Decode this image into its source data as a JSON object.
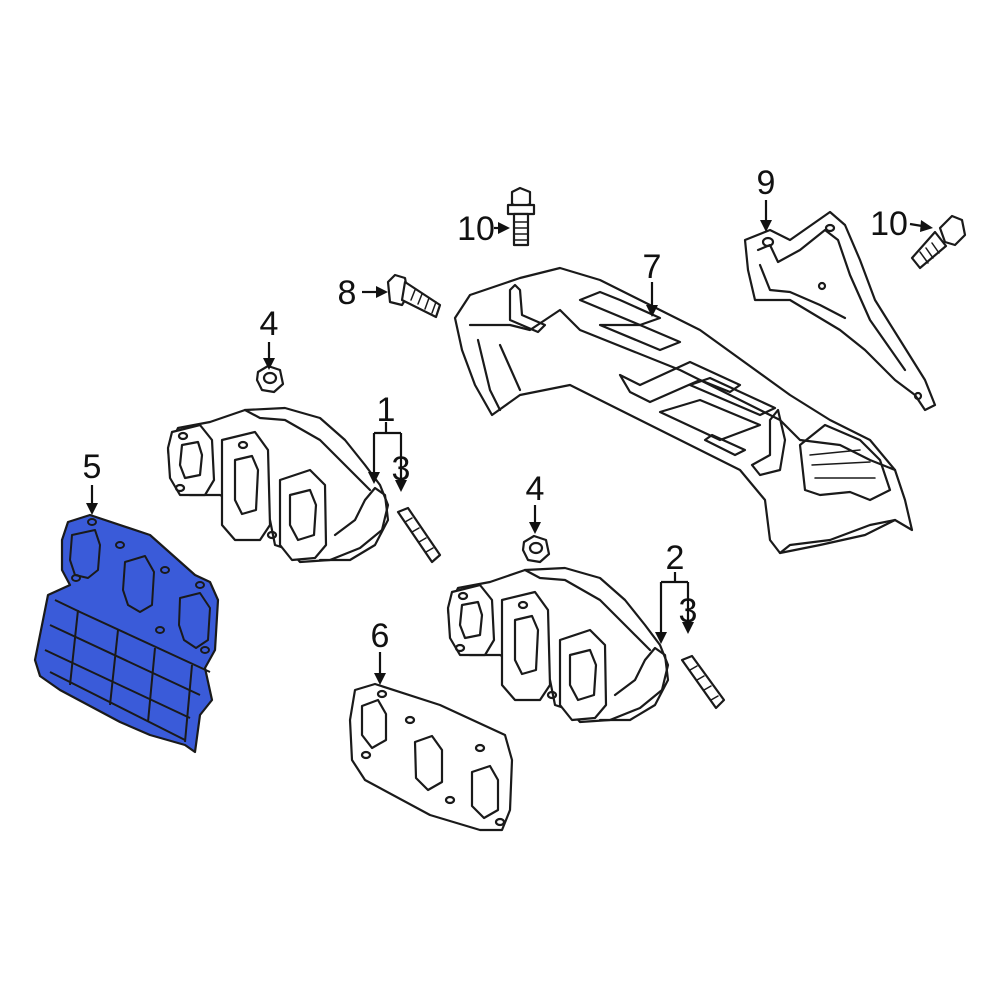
{
  "diagram": {
    "highlight_color": "#3a5bd9",
    "line_color": "#1a1a1a",
    "callouts": [
      {
        "id": "c1",
        "label": "1"
      },
      {
        "id": "c2",
        "label": "2"
      },
      {
        "id": "c3a",
        "label": "3"
      },
      {
        "id": "c3b",
        "label": "3"
      },
      {
        "id": "c4a",
        "label": "4"
      },
      {
        "id": "c4b",
        "label": "4"
      },
      {
        "id": "c5",
        "label": "5"
      },
      {
        "id": "c6",
        "label": "6"
      },
      {
        "id": "c7",
        "label": "7"
      },
      {
        "id": "c8",
        "label": "8"
      },
      {
        "id": "c9",
        "label": "9"
      },
      {
        "id": "c10a",
        "label": "10"
      },
      {
        "id": "c10b",
        "label": "10"
      }
    ]
  }
}
